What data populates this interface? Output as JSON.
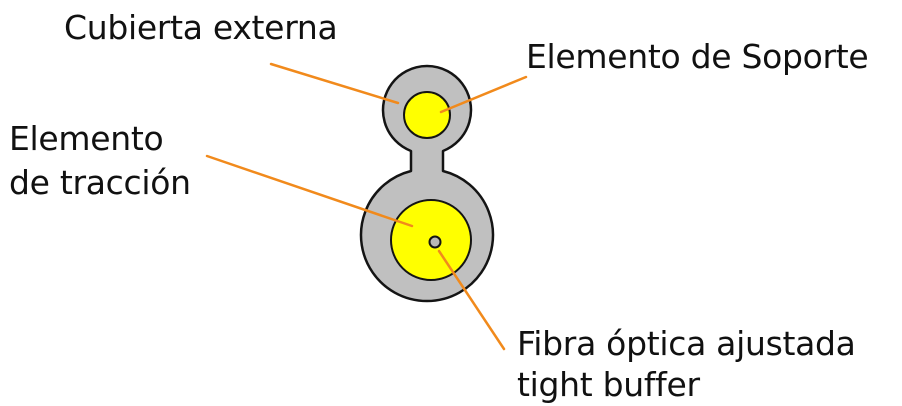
{
  "labels": {
    "outer_jacket": "Cubierta externa",
    "support_element": "Elemento de Soporte",
    "traction_element_line1": "Elemento",
    "traction_element_line2": "de tracción",
    "fiber_line1": "Fibra óptica ajustada",
    "fiber_line2": "tight buffer"
  },
  "colors": {
    "jacket": "#c0c0c0",
    "jacket_outline": "#141414",
    "element_fill": "#ffff00",
    "leader_line": "#f18a1c",
    "fiber_core": "#b8b8b8",
    "text": "#111111"
  }
}
